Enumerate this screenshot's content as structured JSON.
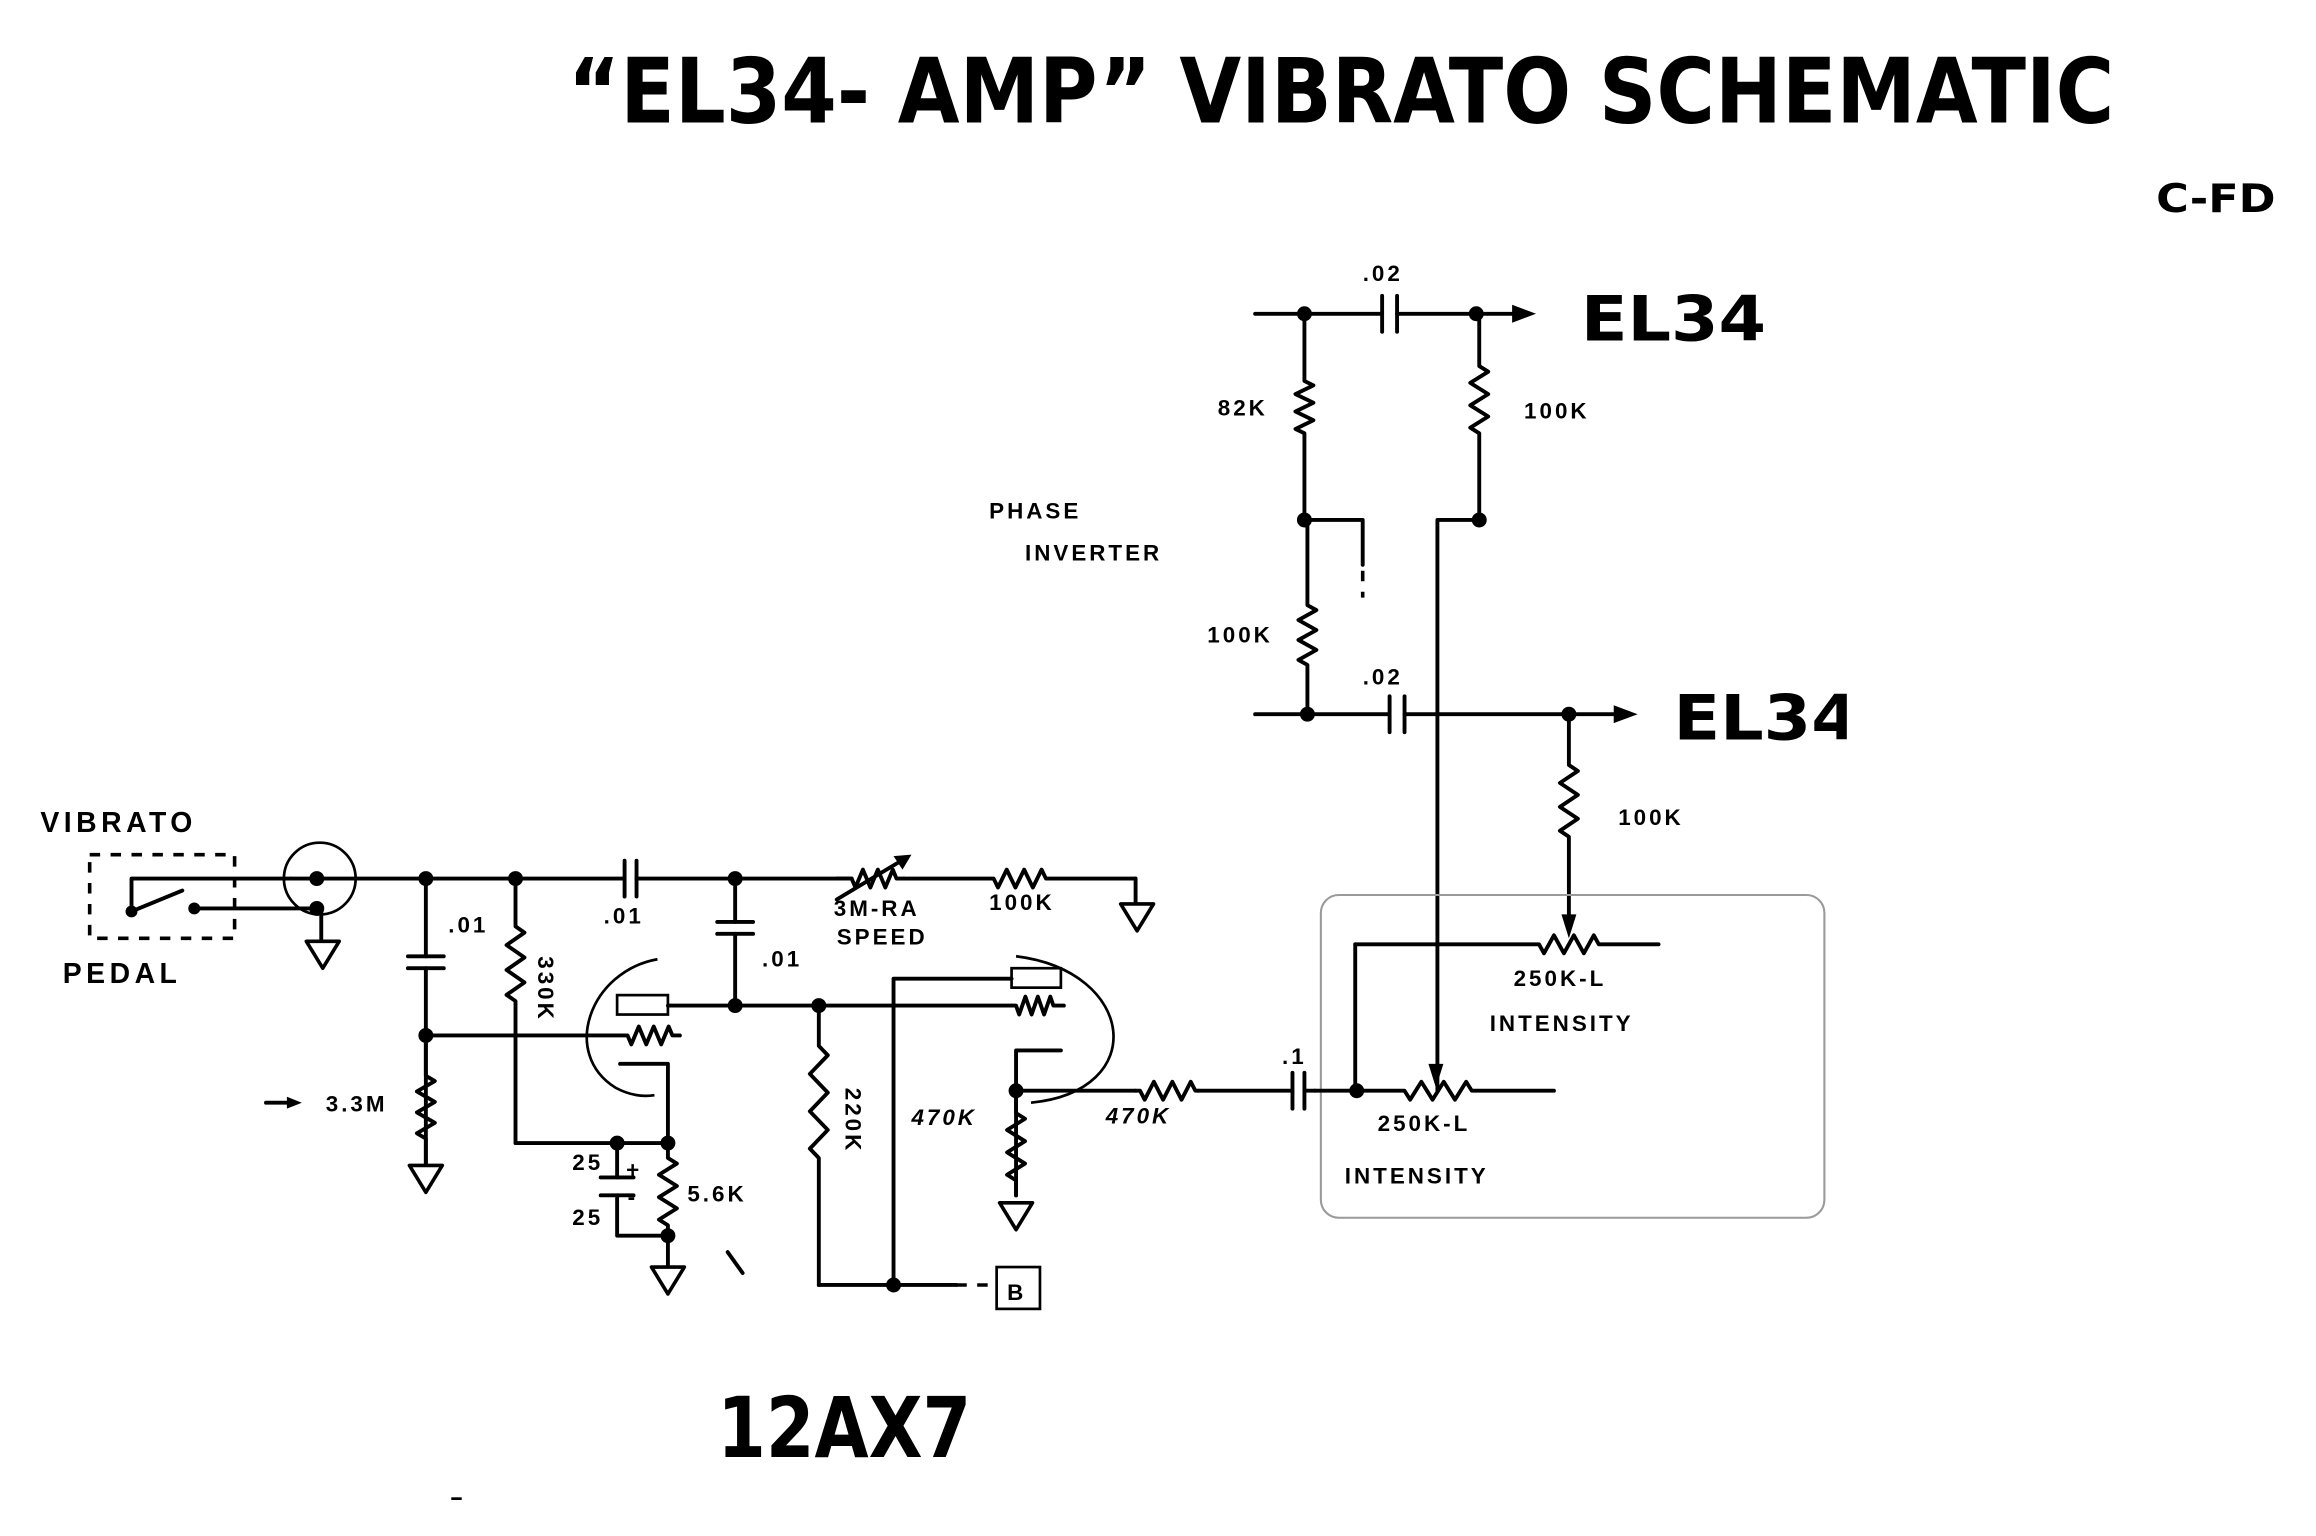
{
  "title": "“EL34- AMP” VIBRATO SCHEMATIC",
  "code": "C-FD",
  "outputs": {
    "top": "EL34",
    "bottom": "EL34"
  },
  "phase_inverter": {
    "line1": "PHASE",
    "line2": "INVERTER"
  },
  "components": {
    "cap_top": ".02",
    "cap_bottom": ".02",
    "r_82k": "82K",
    "r_100k_plate": "100K",
    "r_100k_pi": "100K",
    "r_100k_feed": "100K",
    "pot_upper": "250K-L",
    "pot_upper_name": "INTENSITY",
    "pot_lower": "250K-L",
    "pot_lower_name": "INTENSITY",
    "cap_01_coupling": ".01",
    "cap_01_shunt": ".01",
    "cap_01_feedback": ".01",
    "cap_1": ".1",
    "r_330k": "330K",
    "r_3_3m": "3.3M",
    "r_speed": "3M-RA",
    "speed_label": "SPEED",
    "r_100k_speed": "100K",
    "r_220k": "220K",
    "r_470k_cathode": "470K",
    "r_470k_series": "470K",
    "r_5_6k": "5.6K",
    "cap_25_a": "25",
    "cap_25_b": "25",
    "cap_plus": "+",
    "cap_minus": "-"
  },
  "pedal": {
    "top": "VIBRATO",
    "bottom": "PEDAL"
  },
  "supply_node": "B",
  "tube": "12AX7",
  "colors": {
    "ink": "#000000",
    "paper": "#ffffff",
    "box": "#9a9a9a"
  }
}
